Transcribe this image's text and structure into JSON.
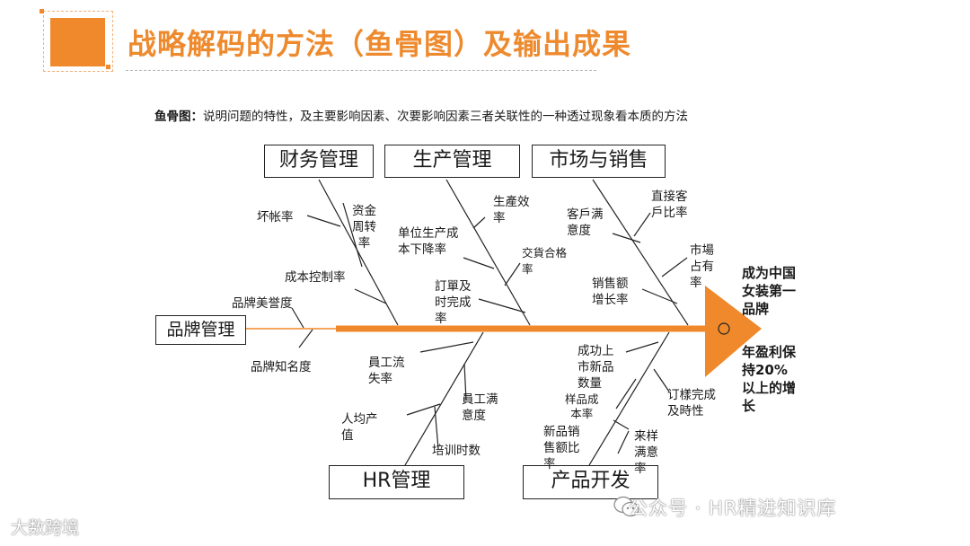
{
  "page": {
    "title": "战略解码的方法（鱼骨图）及输出成果",
    "subtitle_lead": "鱼骨图：",
    "subtitle_text": "说明问题的特性，及主要影响因素、次要影响因素三者关联性的一种透过现象看本质的方法"
  },
  "colors": {
    "accent": "#f0892b",
    "line": "#222222"
  },
  "categories": {
    "finance": "财务管理",
    "production": "生产管理",
    "market": "市场与销售",
    "brand": "品牌管理",
    "hr": "HR管理",
    "product": "产品开发"
  },
  "causes": {
    "finance": {
      "bad_debt": "坏帐率",
      "capital_turnover": "资金\n周转\n率",
      "cost_control": "成本控制率"
    },
    "production": {
      "unit_cost": "单位生产成\n本下降率",
      "efficiency": "生產效\n率",
      "delivery_pass": "交貨合格\n率",
      "order_ontime": "訂單及\n时完成\n率"
    },
    "market": {
      "customer_satisfaction": "客戶满\n意度",
      "direct_ratio": "直接客\n戶比率",
      "market_share": "市場\n占有\n率",
      "sales_growth": "销售额\n增长率"
    },
    "brand": {
      "reputation": "品牌美誉度",
      "awareness": "品牌知名度"
    },
    "hr": {
      "turnover": "員工流\n失率",
      "satisfaction": "員工满\n意度",
      "per_capita": "人均产\n值",
      "training": "培训时数"
    },
    "product": {
      "new_launch": "成功上\n市新品\n数量",
      "sample_cost": "样品成\n本率",
      "new_sales_ratio": "新品销\n售额比\n率",
      "sample_satisfaction": "来样\n满意\n率",
      "sample_ontime": "订樣完成\n及時性"
    }
  },
  "goal": {
    "line1": "成为中国\n女装第一\n品牌",
    "line2": "年盈利保\n持20%\n以上的增\n长"
  },
  "watermarks": {
    "right": "公众号 · HR精进知识库",
    "left": "大数跨境"
  }
}
